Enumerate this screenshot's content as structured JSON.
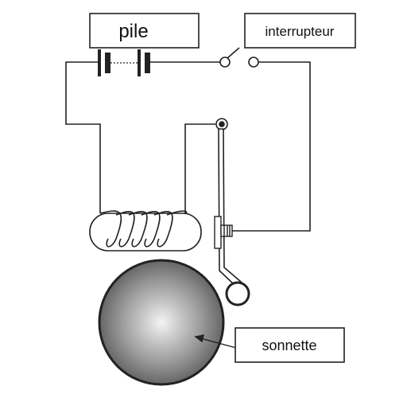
{
  "labels": {
    "pile": "pile",
    "interrupteur": "interrupteur",
    "sonnette": "sonnette"
  },
  "colors": {
    "line": "#222222",
    "bell_edge": "#2a2a2a",
    "bell_center": "#f2f2f2",
    "bell_outer": "#6a6a6a"
  }
}
